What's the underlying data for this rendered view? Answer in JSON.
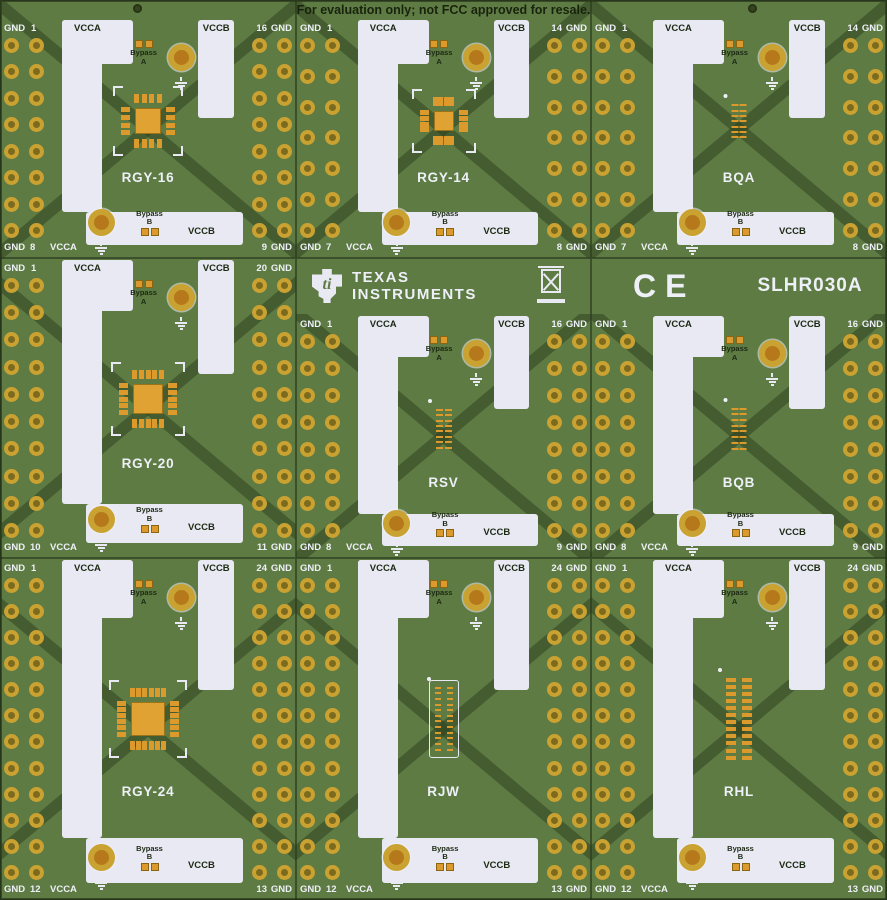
{
  "banner": "For evaluation only; not FCC approved for resale.",
  "brand": {
    "bug": "ti",
    "line1": "TEXAS",
    "line2": "INSTRUMENTS"
  },
  "marks": {
    "ce": "CE",
    "part": "SLHR030A"
  },
  "labels": {
    "gnd": "GND",
    "vcca": "VCCA",
    "vccb": "VCCB",
    "bypass": "Bypass",
    "a": "A",
    "b": "B"
  },
  "colors": {
    "board_green": "#5e7b44",
    "trace_green": "#44592c",
    "silkscreen_white": "#e8e9f3",
    "pad_gold": "#c9a232",
    "pad_orange": "#dc9a2c",
    "hole_center": "#7c6a1f",
    "dark_text": "#1c2913",
    "white_text": "#eef0f7"
  },
  "sections": [
    {
      "name": "RGY-16",
      "pins": 8,
      "pin_tl": "1",
      "pin_tr": "16",
      "pin_bl": "8",
      "pin_br": "9",
      "footprint": {
        "style": "qfn",
        "per_side": 4,
        "size": 46
      }
    },
    {
      "name": "RGY-14",
      "pins": 7,
      "pin_tl": "1",
      "pin_tr": "14",
      "pin_bl": "7",
      "pin_br": "8",
      "footprint": {
        "style": "qfn",
        "per_side": 4,
        "size": 40
      }
    },
    {
      "name": "BQA",
      "pins": 7,
      "pin_tl": "1",
      "pin_tr": "14",
      "pin_bl": "7",
      "pin_br": "8",
      "footprint": {
        "style": "dual",
        "per_side": 7,
        "w": 15,
        "h": 34,
        "pad_w": 7,
        "pad_h": 2
      }
    },
    {
      "name": "RGY-20",
      "pins": 10,
      "pin_tl": "1",
      "pin_tr": "20",
      "pin_bl": "10",
      "pin_br": "11",
      "footprint": {
        "style": "qfn",
        "per_side": 5,
        "size": 50
      }
    },
    {
      "name": "RSV",
      "pins": 8,
      "pin_tl": "1",
      "pin_tr": "16",
      "pin_bl": "8",
      "pin_br": "9",
      "footprint": {
        "style": "dual",
        "per_side": 8,
        "w": 16,
        "h": 40,
        "pad_w": 7,
        "pad_h": 2
      }
    },
    {
      "name": "BQB",
      "pins": 8,
      "pin_tl": "1",
      "pin_tr": "16",
      "pin_bl": "8",
      "pin_br": "9",
      "footprint": {
        "style": "dual",
        "per_side": 8,
        "w": 15,
        "h": 42,
        "pad_w": 7,
        "pad_h": 2
      }
    },
    {
      "name": "RGY-24",
      "pins": 12,
      "pin_tl": "1",
      "pin_tr": "24",
      "pin_bl": "12",
      "pin_br": "13",
      "footprint": {
        "style": "qfn",
        "per_side": 6,
        "size": 54
      }
    },
    {
      "name": "RJW",
      "pins": 12,
      "pin_tl": "1",
      "pin_tr": "24",
      "pin_bl": "12",
      "pin_br": "13",
      "footprint": {
        "style": "dual",
        "per_side": 12,
        "w": 18,
        "h": 64,
        "pad_w": 6,
        "pad_h": 2,
        "outline": true
      }
    },
    {
      "name": "RHL",
      "pins": 12,
      "pin_tl": "1",
      "pin_tr": "24",
      "pin_bl": "12",
      "pin_br": "13",
      "footprint": {
        "style": "dual",
        "per_side": 12,
        "w": 26,
        "h": 82,
        "pad_w": 10,
        "pad_h": 4
      }
    }
  ]
}
